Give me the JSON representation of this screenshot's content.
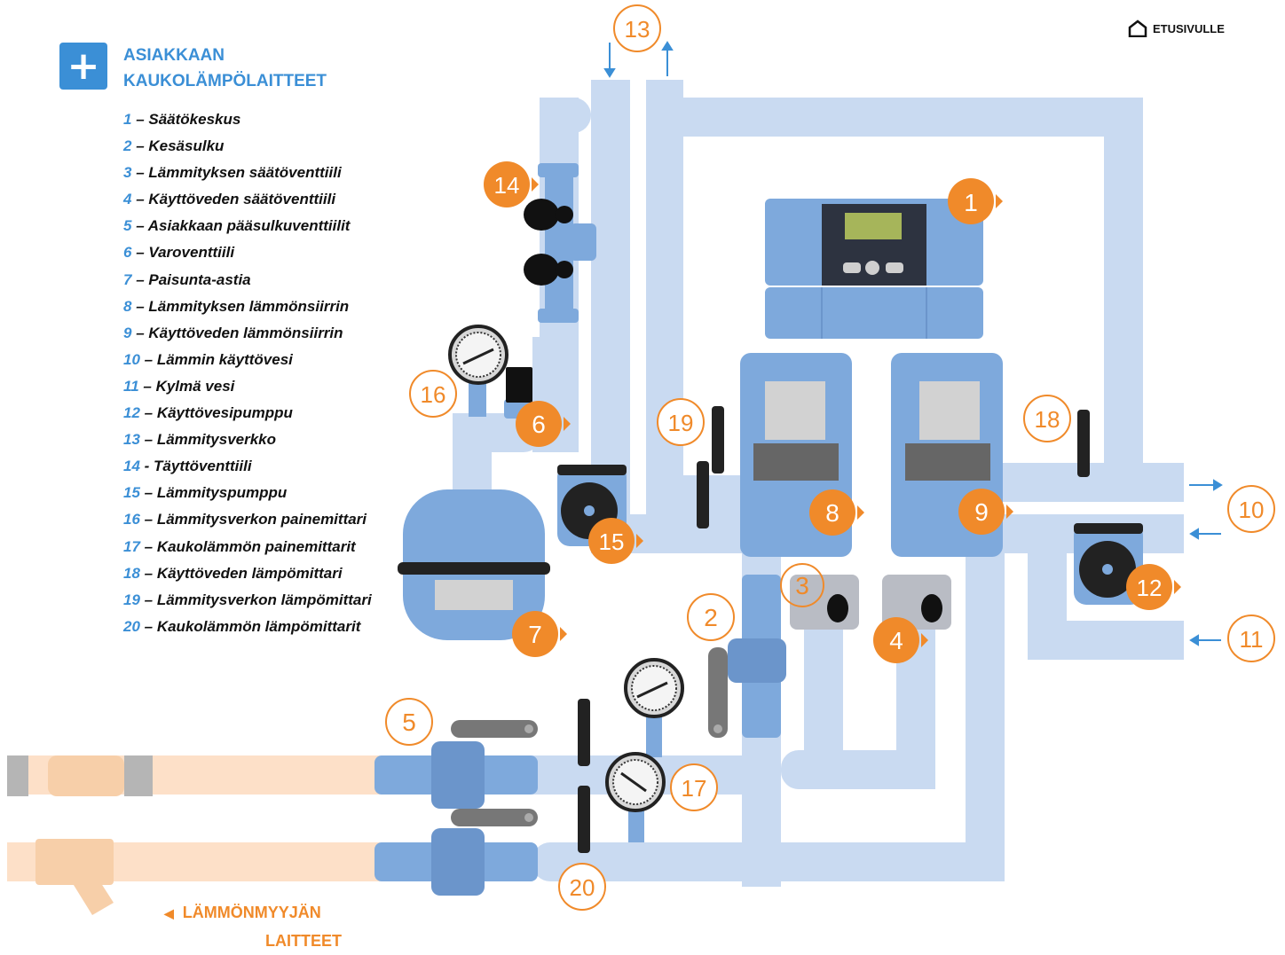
{
  "header": {
    "title_line1": "ASIAKKAAN",
    "title_line2": "KAUKOLÄMPÖLAITTEET",
    "home_label": "ETUSIVULLE"
  },
  "legend": [
    {
      "num": "1",
      "sep": " – ",
      "label": "Säätökeskus"
    },
    {
      "num": "2",
      "sep": " – ",
      "label": "Kesäsulku"
    },
    {
      "num": "3",
      "sep": " – ",
      "label": "Lämmityksen säätöventtiili"
    },
    {
      "num": "4",
      "sep": " – ",
      "label": "Käyttöveden säätöventtiili"
    },
    {
      "num": "5",
      "sep": " – ",
      "label": "Asiakkaan pääsulkuventtiilit"
    },
    {
      "num": "6",
      "sep": " – ",
      "label": "Varoventtiili"
    },
    {
      "num": "7",
      "sep": " – ",
      "label": "Paisunta-astia"
    },
    {
      "num": "8",
      "sep": " – ",
      "label": "Lämmityksen lämmönsiirrin"
    },
    {
      "num": "9",
      "sep": " – ",
      "label": "Käyttöveden lämmönsiirrin"
    },
    {
      "num": "10",
      "sep": " – ",
      "label": "Lämmin käyttövesi"
    },
    {
      "num": "11",
      "sep": " – ",
      "label": "Kylmä vesi"
    },
    {
      "num": "12",
      "sep": " – ",
      "label": "Käyttövesipumppu"
    },
    {
      "num": "13",
      "sep": " – ",
      "label": "Lämmitysverkko"
    },
    {
      "num": "14",
      "sep": " - ",
      "label": "Täyttöventtiili"
    },
    {
      "num": "15",
      "sep": " – ",
      "label": "Lämmityspumppu"
    },
    {
      "num": "16",
      "sep": " – ",
      "label": "Lämmitysverkon painemittari"
    },
    {
      "num": "17",
      "sep": " – ",
      "label": "Kaukolämmön painemittarit"
    },
    {
      "num": "18",
      "sep": " – ",
      "label": "Käyttöveden lämpömittari"
    },
    {
      "num": "19",
      "sep": " – ",
      "label": "Lämmitysverkon lämpömittari"
    },
    {
      "num": "20",
      "sep": " – ",
      "label": "Kaukolämmön lämpömittarit"
    }
  ],
  "markers": {
    "filled": [
      "1",
      "4",
      "6",
      "7",
      "8",
      "9",
      "12",
      "14",
      "15"
    ],
    "outline": [
      "2",
      "3",
      "5",
      "10",
      "11",
      "13",
      "16",
      "17",
      "18",
      "19",
      "20"
    ],
    "m1": "1",
    "m2": "2",
    "m3": "3",
    "m4": "4",
    "m5": "5",
    "m6": "6",
    "m7": "7",
    "m8": "8",
    "m9": "9",
    "m10": "10",
    "m11": "11",
    "m12": "12",
    "m13": "13",
    "m14": "14",
    "m15": "15",
    "m16": "16",
    "m17": "17",
    "m18": "18",
    "m19": "19",
    "m20": "20"
  },
  "seller": {
    "line1": "LÄMMÖNMYYJÄN",
    "line2": "LAITTEET"
  },
  "colors": {
    "pipe": "#c9daf1",
    "device": "#7ea9dc",
    "device_dark": "#6b95cb",
    "orange": "#f08a2a",
    "accent_blue": "#3b8fd6",
    "seller_pipe": "#fde0c8",
    "seller_fitting": "#f7cfa9"
  }
}
